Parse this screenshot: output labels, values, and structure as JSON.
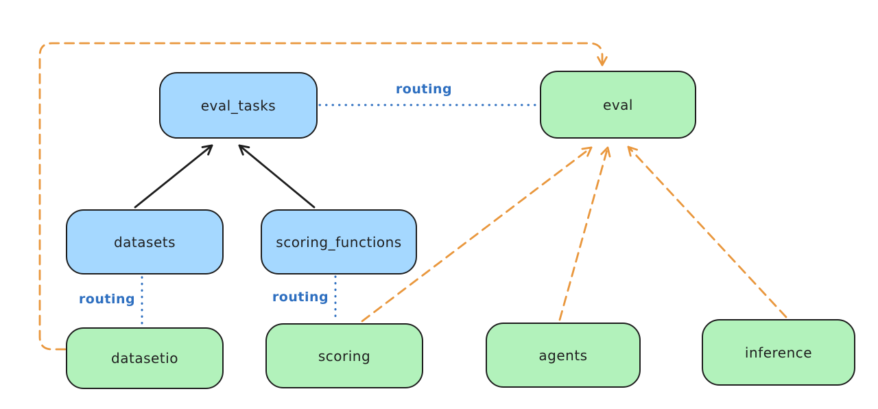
{
  "diagram": {
    "nodes": {
      "eval_tasks": {
        "label": "eval_tasks",
        "color": "blue"
      },
      "eval": {
        "label": "eval",
        "color": "green"
      },
      "datasets": {
        "label": "datasets",
        "color": "blue"
      },
      "scoring_functions": {
        "label": "scoring_functions",
        "color": "blue"
      },
      "datasetio": {
        "label": "datasetio",
        "color": "green"
      },
      "scoring": {
        "label": "scoring",
        "color": "green"
      },
      "agents": {
        "label": "agents",
        "color": "green"
      },
      "inference": {
        "label": "inference",
        "color": "green"
      }
    },
    "edge_labels": {
      "eval_tasks_eval": "routing",
      "datasets_datasetio": "routing",
      "scoring_functions_scoring": "routing"
    },
    "edges": [
      {
        "from": "datasets",
        "to": "eval_tasks",
        "style": "solid-black-arrow"
      },
      {
        "from": "scoring_functions",
        "to": "eval_tasks",
        "style": "solid-black-arrow"
      },
      {
        "from": "eval_tasks",
        "to": "eval",
        "style": "dotted-blue",
        "label": "routing"
      },
      {
        "from": "datasets",
        "to": "datasetio",
        "style": "dotted-blue",
        "label": "routing"
      },
      {
        "from": "scoring_functions",
        "to": "scoring",
        "style": "dotted-blue",
        "label": "routing"
      },
      {
        "from": "datasetio",
        "to": "eval",
        "style": "dashed-orange-arrow"
      },
      {
        "from": "scoring",
        "to": "eval",
        "style": "dashed-orange-arrow"
      },
      {
        "from": "agents",
        "to": "eval",
        "style": "dashed-orange-arrow"
      },
      {
        "from": "inference",
        "to": "eval",
        "style": "dashed-orange-arrow"
      }
    ],
    "colors": {
      "background": "#ffffff",
      "blue_node_fill": "#a5d8ff",
      "green_node_fill": "#b2f2bb",
      "node_border": "#1e1e1e",
      "solid_arrow": "#1e1e1e",
      "routing_line": "#2e6fc0",
      "provider_arrow": "#e9973d"
    }
  }
}
